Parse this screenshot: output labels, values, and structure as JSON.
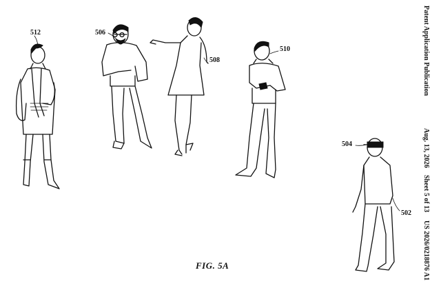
{
  "figure": {
    "caption": "FIG. 5A",
    "labels": {
      "person_512": "512",
      "person_506": "506",
      "person_508": "508",
      "person_510": "510",
      "device_504": "504",
      "person_502": "502"
    },
    "header": {
      "publication": "Patent Application Publication",
      "date": "Aug. 13, 2026",
      "sheet": "Sheet 5 of 13",
      "number": "US 2026/0218876 A1"
    }
  }
}
